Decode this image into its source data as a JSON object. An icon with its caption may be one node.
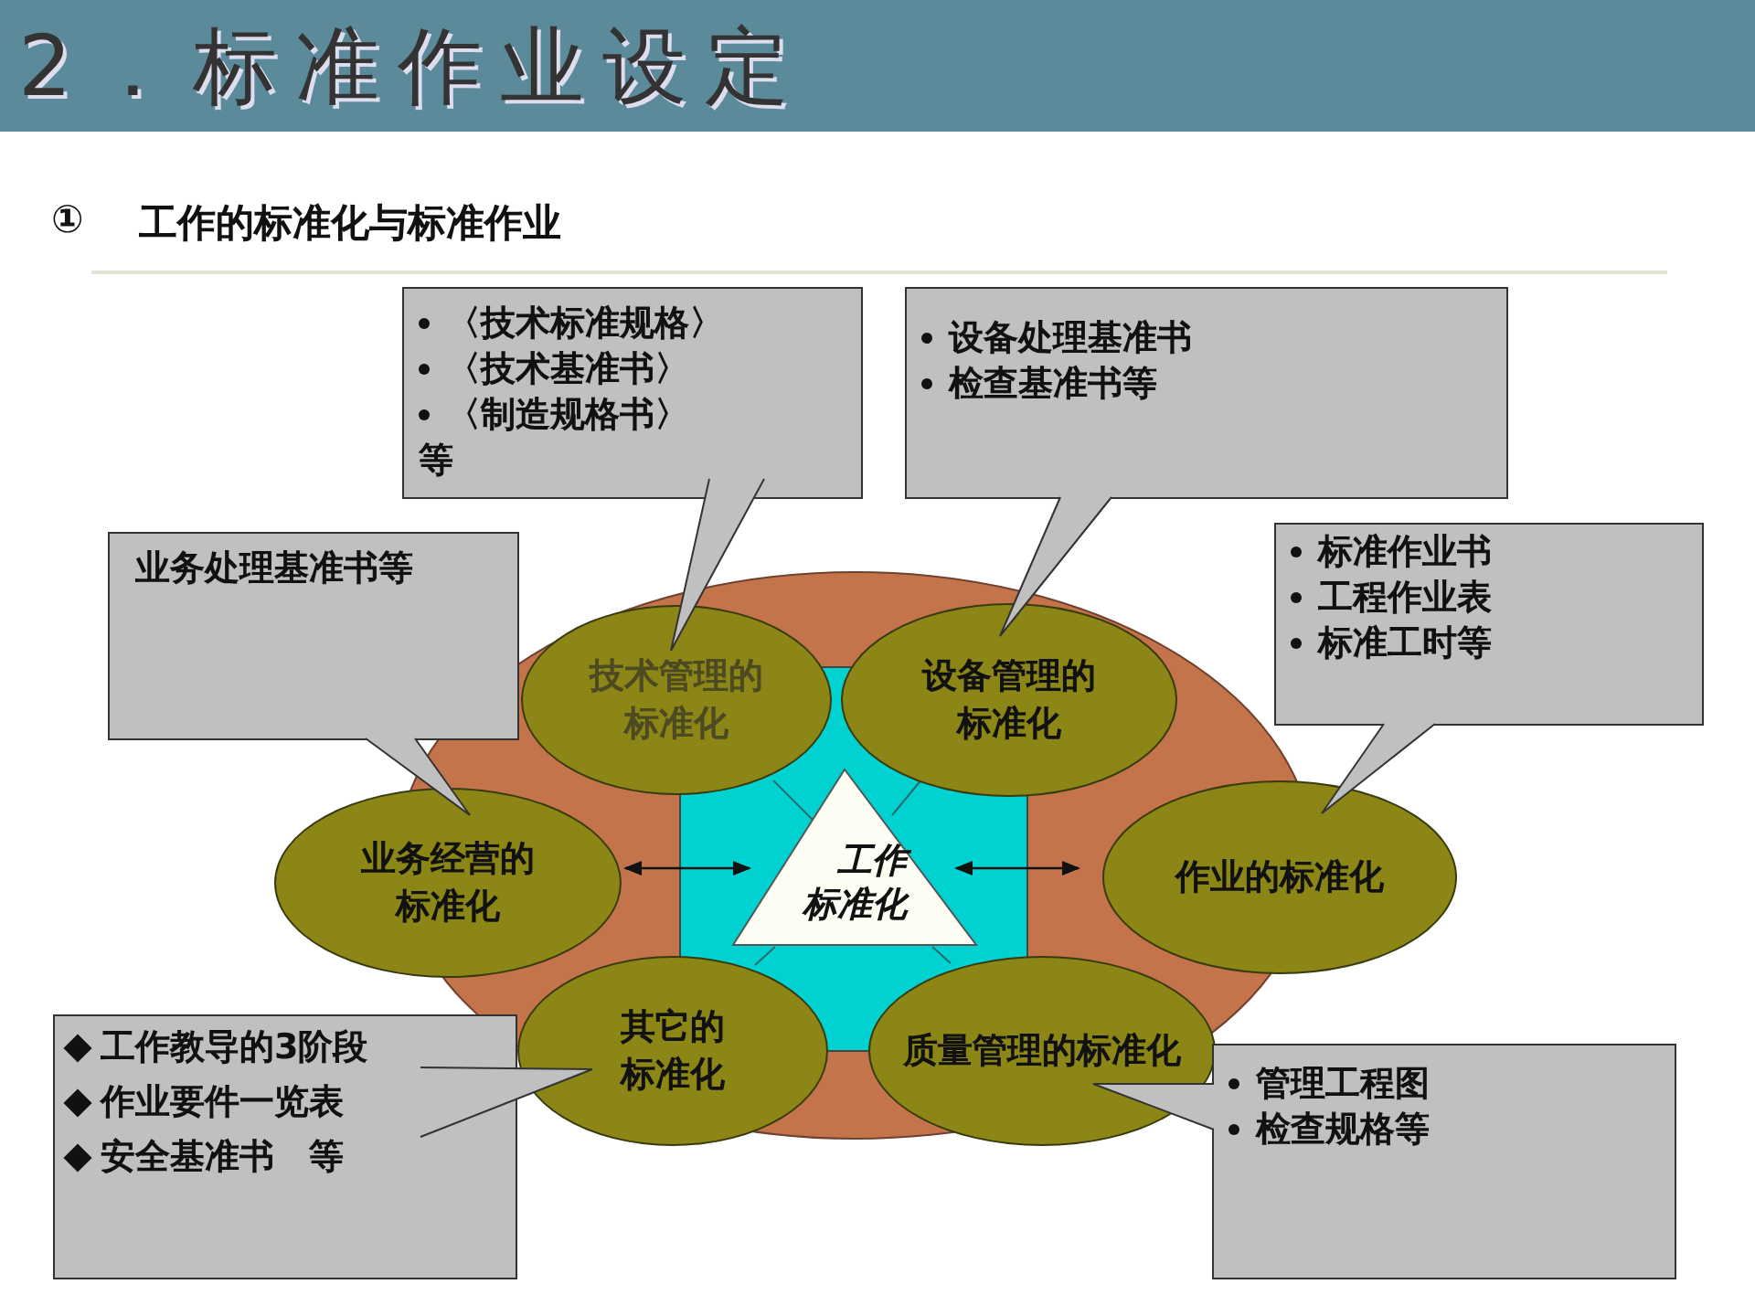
{
  "diagram": {
    "title": "2．标准作业设定",
    "nodes": [
      {
        "text": [
          "〈技术标准规格〉",
          "〈技术基准书〉",
          "〈制造规格书〉",
          "等"
        ]
      },
      {
        "text": [
          "设备处理基准书",
          "检查基准书等"
        ]
      },
      {
        "text": [
          "业务处理基准书等"
        ]
      },
      {
        "text": [
          "标准作业书",
          "工程作业表",
          "标准工时等"
        ]
      },
      {
        "text": [
          "技术管理的标准化"
        ]
      },
      {
        "text": [
          "设备管理的标准化"
        ]
      },
      {
        "text": [
          "业务经营的标准化"
        ]
      },
      {
        "text": [
          "工作标准化"
        ]
      },
      {
        "text": [
          "作业的标准化"
        ]
      },
      {
        "text": [
          "工作教导的3阶段",
          "作业要件一览表",
          "安全基准书　等"
        ]
      },
      {
        "text": [
          "其它的标准化"
        ]
      },
      {
        "text": [
          "质量管理的标准化"
        ]
      },
      {
        "text": [
          "管理工程图",
          "检查规格等"
        ]
      }
    ],
    "edges": [
      {
        "from": 0,
        "to": 4,
        "arrow": "none"
      },
      {
        "from": 1,
        "to": 5,
        "arrow": "none"
      },
      {
        "from": 2,
        "to": 6,
        "arrow": "none"
      },
      {
        "from": 3,
        "to": 8,
        "arrow": "none"
      },
      {
        "from": 9,
        "to": 10,
        "arrow": "none"
      },
      {
        "from": 12,
        "to": 11,
        "arrow": "none"
      },
      {
        "from": 6,
        "to": 7,
        "arrow": "both"
      },
      {
        "from": 7,
        "to": 8,
        "arrow": "both"
      }
    ],
    "labels": [
      "①",
      "工作的标准化与标准作业"
    ]
  }
}
